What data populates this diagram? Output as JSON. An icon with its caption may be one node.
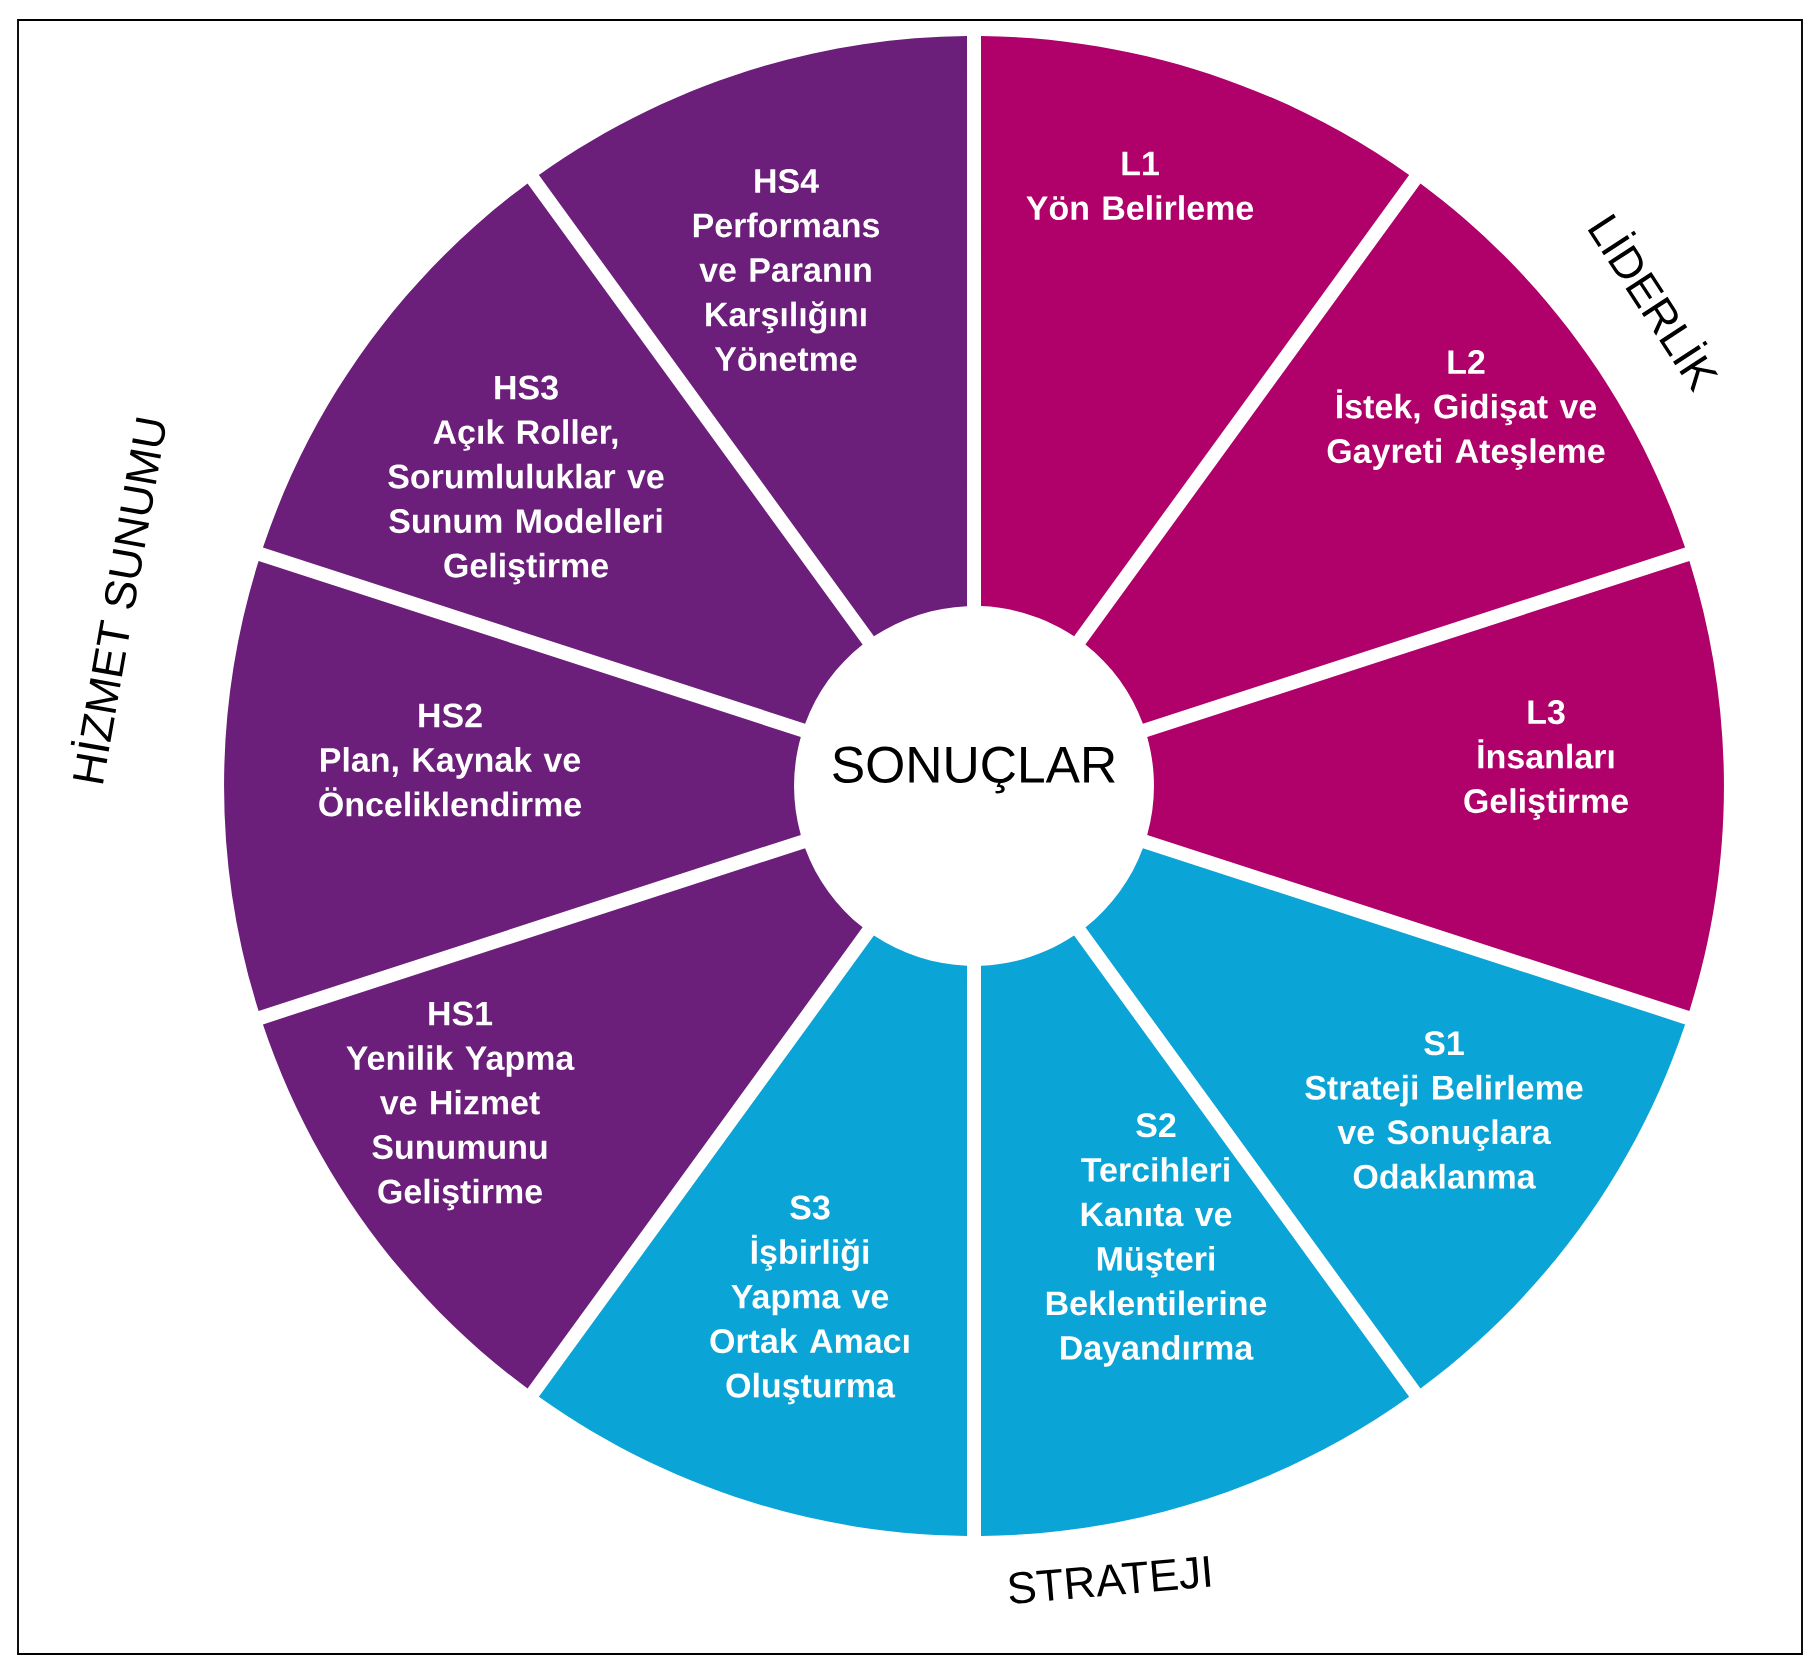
{
  "diagram": {
    "nodes": [
      {
        "text": [
          "L1",
          "Yön Belirleme"
        ]
      },
      {
        "text": [
          "L2",
          "İstek, Gidişat ve Gayreti Ateşleme"
        ]
      },
      {
        "text": [
          "L3",
          "İnsanları Geliştirme"
        ]
      },
      {
        "text": [
          "S1",
          "Strateji Belirleme ve Sonuçlara Odaklanma"
        ]
      },
      {
        "text": [
          "S2",
          "Tercihleri Kanıta ve Müşteri Beklentilerine Dayandırma"
        ]
      },
      {
        "text": [
          "S3",
          "İşbirliği Yapma ve Ortak Amacı Oluşturma"
        ]
      },
      {
        "text": [
          "HS1",
          "Yenilik Yapma ve Hizmet Sunumunu Geliştirme"
        ]
      },
      {
        "text": [
          "HS2",
          "Plan, Kaynak ve Önceliklendirme"
        ]
      },
      {
        "text": [
          "HS3",
          "Açık Roller, Sorumluluklar ve Sunum Modelleri Geliştirme"
        ]
      },
      {
        "text": [
          "HS4",
          "Performans ve Paranın Karşılığını Yönetme"
        ]
      },
      {
        "text": [
          "SONUÇLAR"
        ]
      }
    ],
    "labels": [
      "HİZMET SUNUMU",
      "LİDERLİK",
      "STRATEJI"
    ]
  }
}
